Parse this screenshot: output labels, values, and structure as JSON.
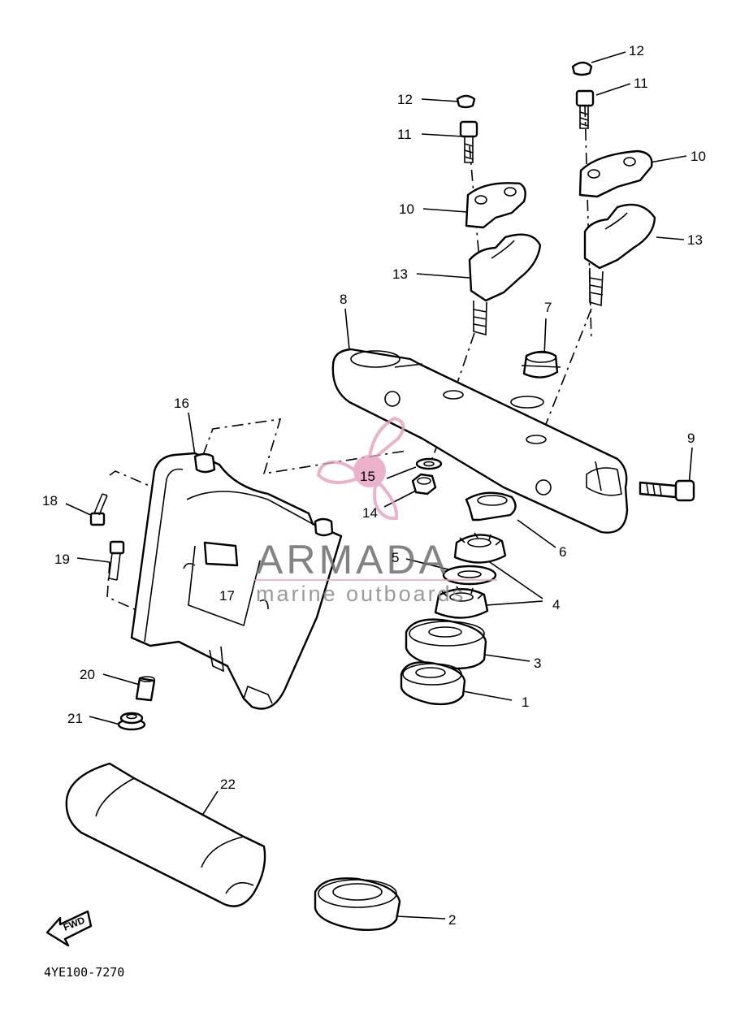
{
  "diagram": {
    "drawing_code": "4YE100-7270",
    "labels": [
      "1",
      "2",
      "3",
      "4",
      "5",
      "5",
      "6",
      "7",
      "8",
      "9",
      "10",
      "10",
      "11",
      "11",
      "12",
      "12",
      "13",
      "13",
      "14",
      "15",
      "16",
      "17",
      "18",
      "19",
      "20",
      "21",
      "22"
    ],
    "fwd_arrow": "FWD"
  },
  "watermark": {
    "brand": "ARMADA",
    "tagline": "marine outboards",
    "logo_icon": "propeller-icon",
    "color": "#e8a0c0"
  }
}
